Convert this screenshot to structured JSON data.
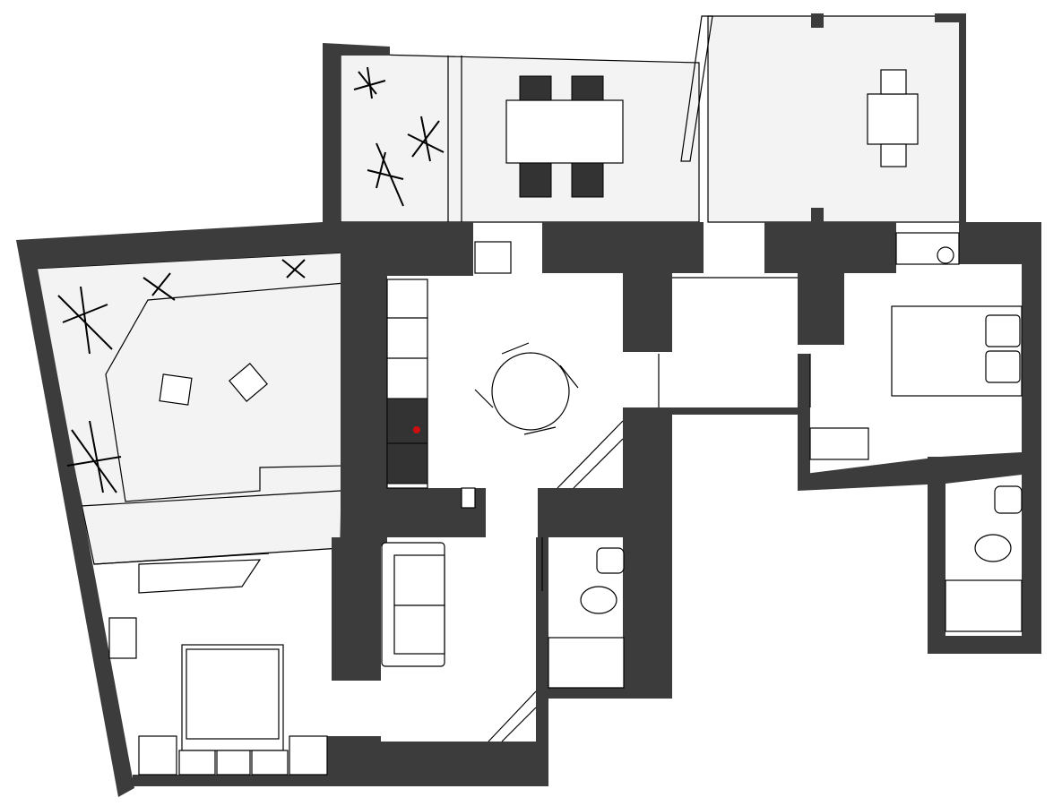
{
  "plan": {
    "colors": {
      "wall": "#3c3c3c",
      "terrace": "#f3f3f3",
      "floor": "#ffffff",
      "stove_accent": "#d01010"
    },
    "rooms": [
      "terrace-left",
      "terrace-top-left",
      "terrace-top-right",
      "kitchen-dining",
      "living-bedroom",
      "bathroom-1",
      "hallway",
      "bedroom-2",
      "bathroom-2"
    ],
    "furniture": [
      "dining-table-rect",
      "dining-chairs",
      "round-table",
      "kitchen-counter",
      "stove",
      "sofa",
      "double-bed",
      "nightstands",
      "toilet",
      "shower",
      "armchairs",
      "plants",
      "wardrobe"
    ]
  }
}
